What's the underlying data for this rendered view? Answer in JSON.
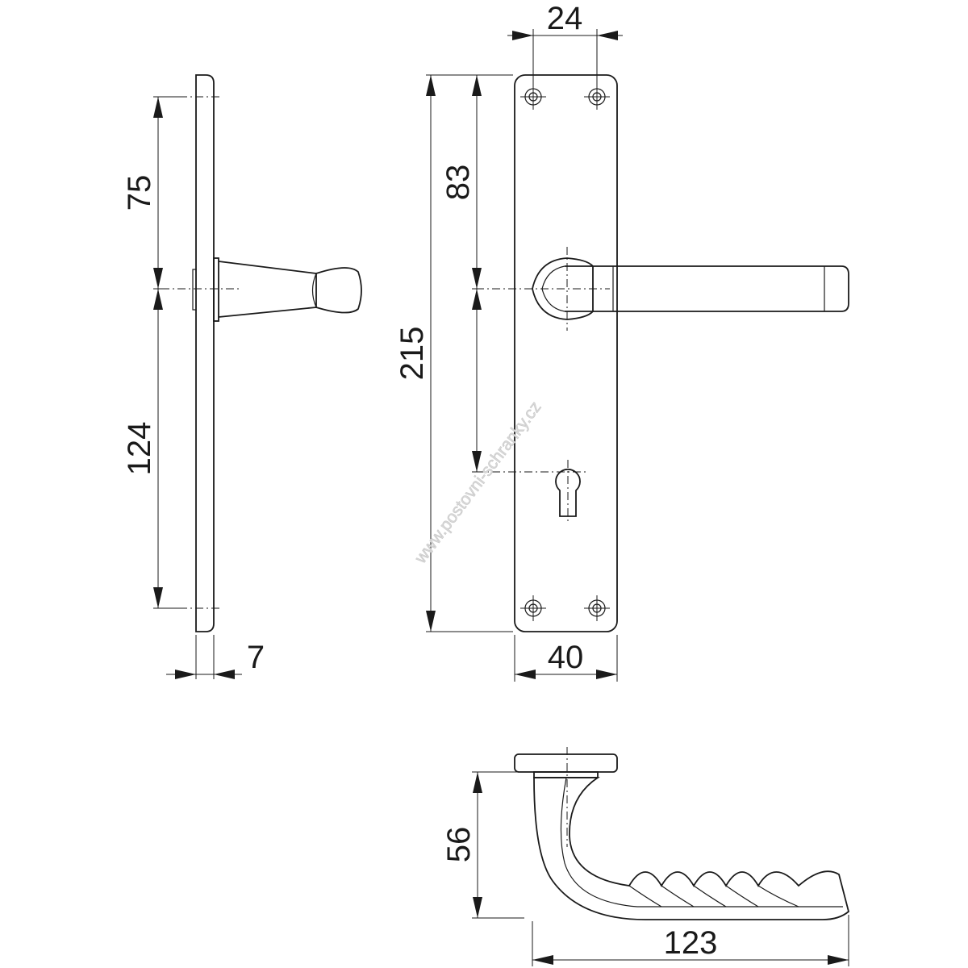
{
  "dimensions": {
    "top_width": "24",
    "upper_height": "75",
    "lower_height": "124",
    "plate_thickness": "7",
    "handle_to_top": "83",
    "total_height": "215",
    "plate_width": "40",
    "handle_projection": "56",
    "handle_length": "123"
  },
  "watermark": "www.postovni-schranky.cz"
}
